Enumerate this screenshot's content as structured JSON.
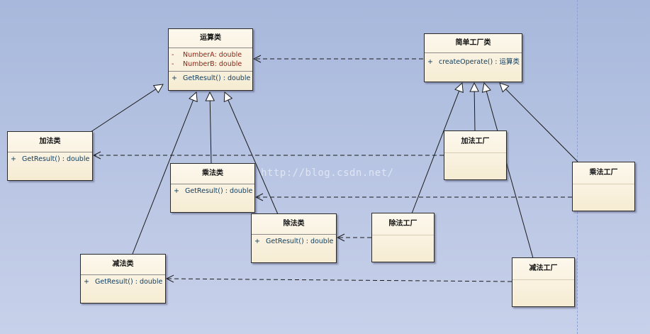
{
  "classes": {
    "operation": {
      "name": "运算类",
      "attributes": [
        {
          "visibility": "-",
          "text": "NumberA:  double"
        },
        {
          "visibility": "-",
          "text": "NumberB:  double"
        }
      ],
      "operations": [
        {
          "visibility": "+",
          "text": "GetResult() : double"
        }
      ]
    },
    "simple_factory": {
      "name": "简单工厂类",
      "operations": [
        {
          "visibility": "+",
          "text": "createOperate() : 运算类"
        }
      ]
    },
    "add": {
      "name": "加法类",
      "operations": [
        {
          "visibility": "+",
          "text": "GetResult() : double"
        }
      ]
    },
    "mul": {
      "name": "乘法类",
      "operations": [
        {
          "visibility": "+",
          "text": "GetResult() : double"
        }
      ]
    },
    "div": {
      "name": "除法类",
      "operations": [
        {
          "visibility": "+",
          "text": "GetResult() : double"
        }
      ]
    },
    "sub": {
      "name": "减法类",
      "operations": [
        {
          "visibility": "+",
          "text": "GetResult() : double"
        }
      ]
    },
    "add_factory": {
      "name": "加法工厂"
    },
    "mul_factory": {
      "name": "乘法工厂"
    },
    "div_factory": {
      "name": "除法工厂"
    },
    "sub_factory": {
      "name": "减法工厂"
    }
  },
  "watermark": "http://blog.csdn.net/",
  "colors": {
    "background": "#b6c3e2",
    "class_fill": "#f6ecd3",
    "attribute_text": "#8b1f12",
    "operation_text": "#0c3a5c"
  }
}
